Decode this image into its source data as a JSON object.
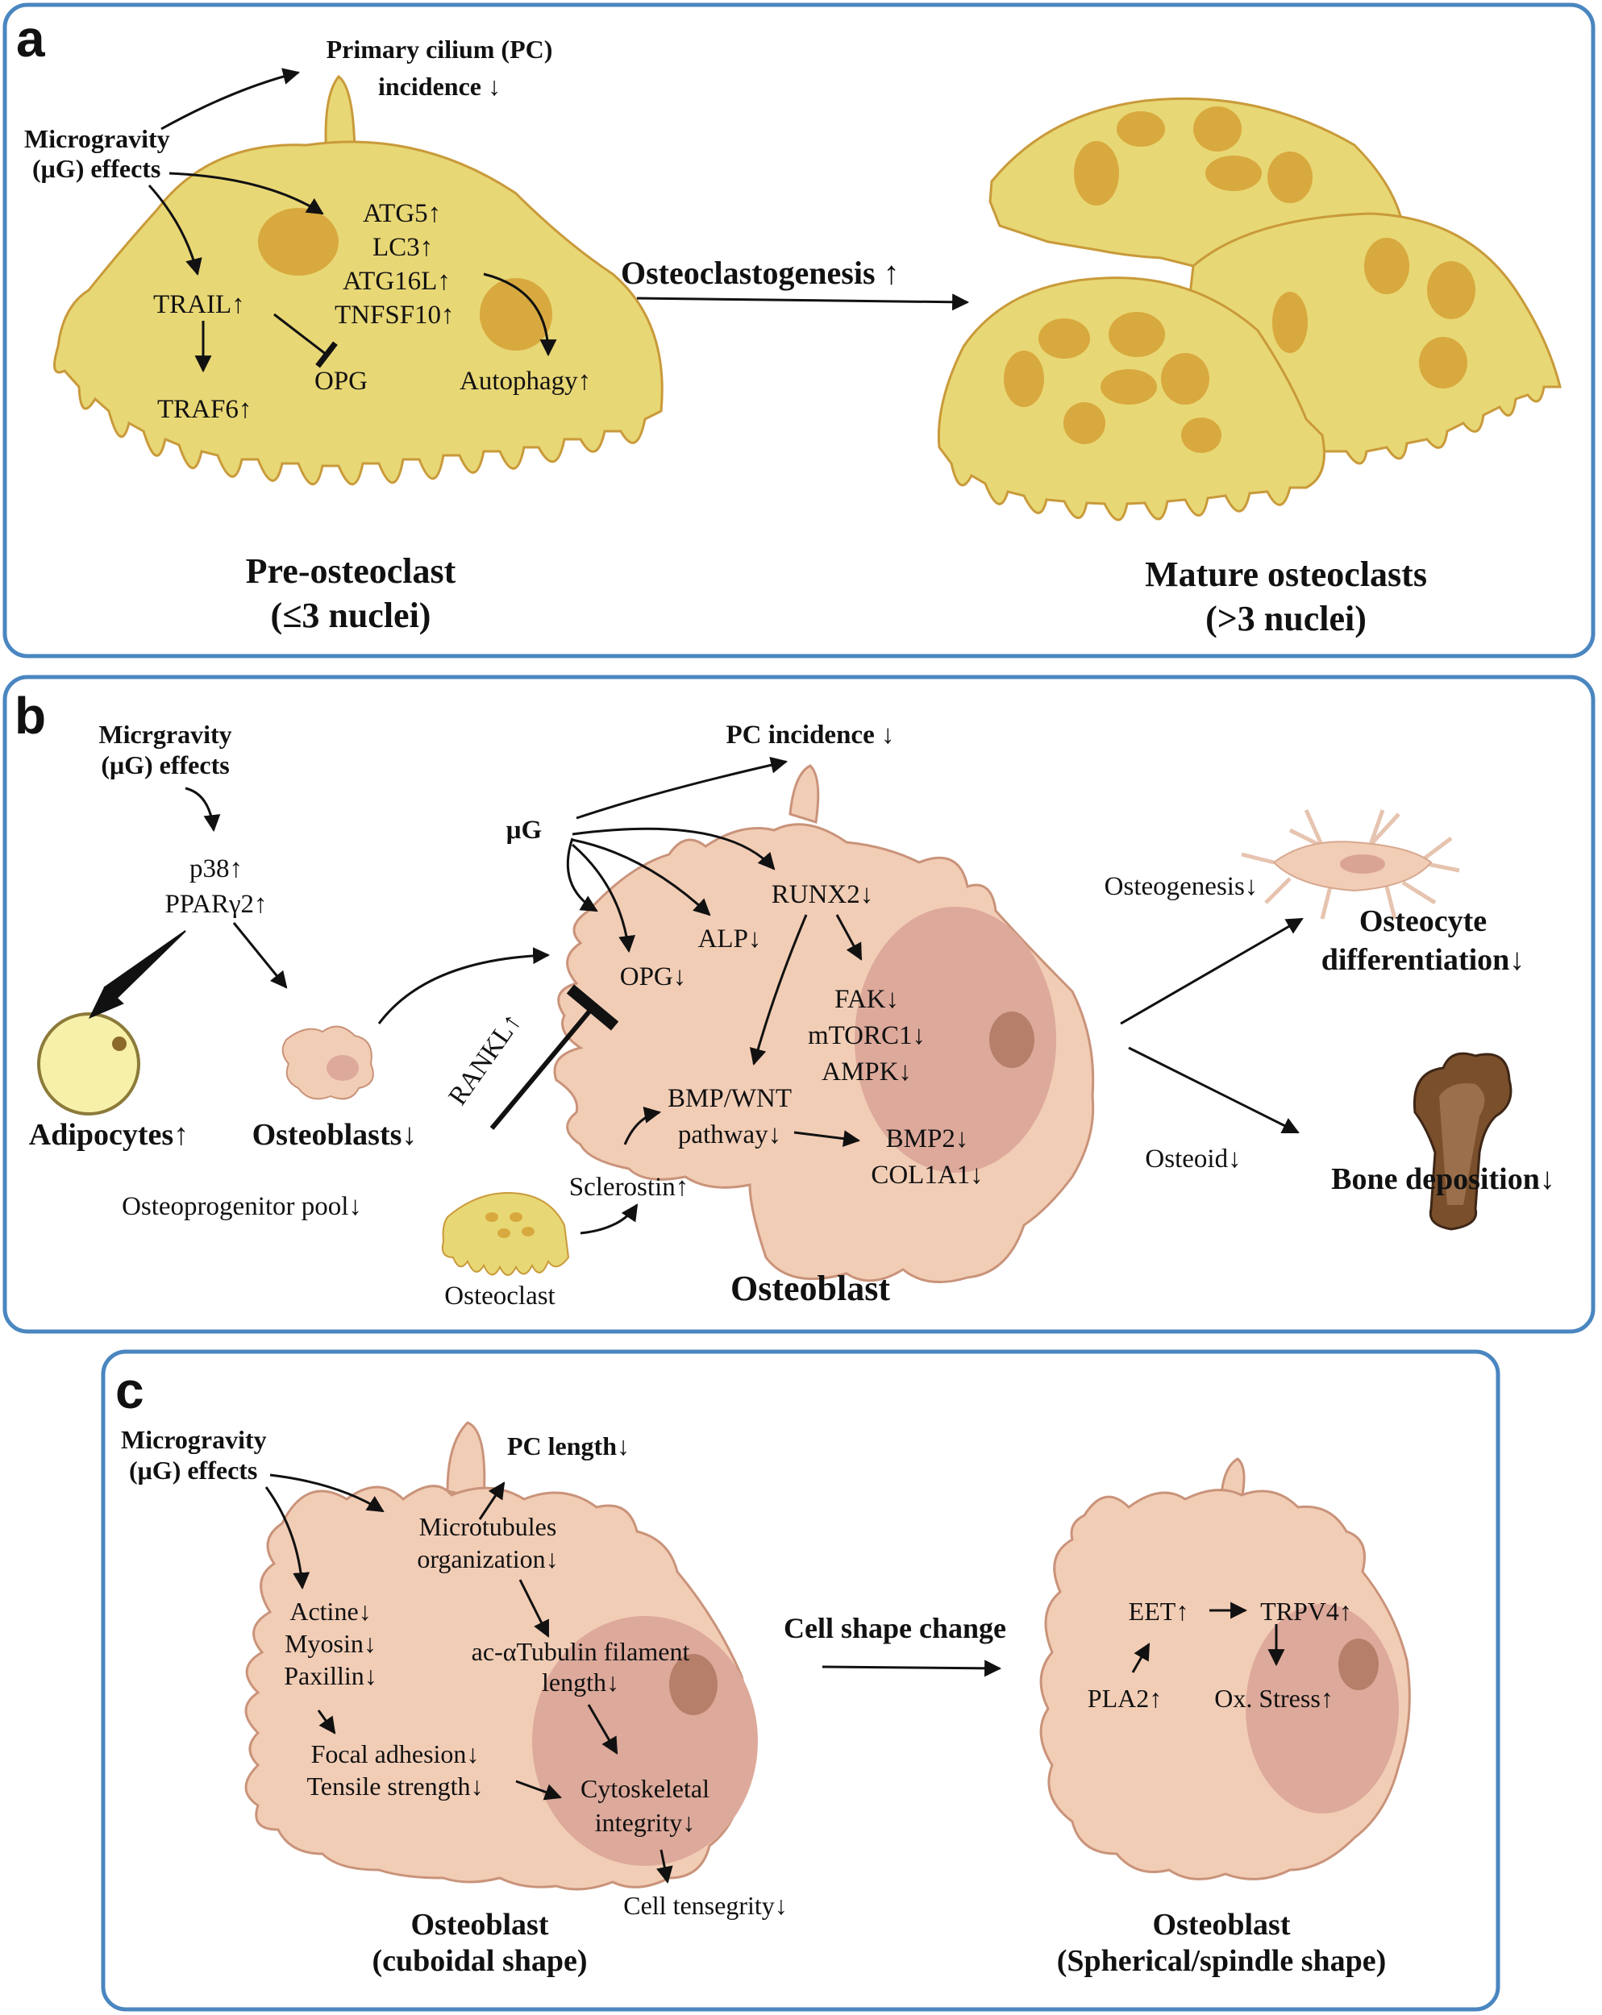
{
  "colors": {
    "panel_border": "#4A86C0",
    "osteoclast_fill": "#E8D775",
    "osteoclast_stroke": "#C99A3A",
    "osteoclast_nucleus": "#D8A93E",
    "osteoblast_fill": "#F2CDB6",
    "osteoblast_stroke": "#C9937A",
    "osteoblast_nucleus": "#DDA99A",
    "nucleolus": "#B67F6A",
    "adipocyte_fill": "#F6F0A8"
  },
  "panel_a": {
    "letter": "a",
    "primary_cilium_line1": "Primary cilium (PC)",
    "primary_cilium_line2": "incidence ↓",
    "microgravity_line1": "Microgravity",
    "microgravity_line2": "(μG) effects",
    "atg5": "ATG5↑",
    "lc3": "LC3↑",
    "atg16l": "ATG16L↑",
    "tnfsf10": "TNFSF10↑",
    "trail": "TRAIL↑",
    "opg": "OPG",
    "traf6": "TRAF6↑",
    "autophagy": "Autophagy↑",
    "osteoclastogenesis": "Osteoclastogenesis ↑",
    "pre_osteoclast_line1": "Pre-osteoclast",
    "pre_osteoclast_line2": "(≤3 nuclei)",
    "mature_line1": "Mature osteoclasts",
    "mature_line2": "(>3 nuclei)"
  },
  "panel_b": {
    "letter": "b",
    "microgravity_line1": "Micrgravity",
    "microgravity_line2": "(μG) effects",
    "p38": "p38↑",
    "ppar": "PPARγ2↑",
    "adipocytes": "Adipocytes↑",
    "osteoblasts": "Osteoblasts↓",
    "osteoprogenitor": "Osteoprogenitor pool↓",
    "pc_incidence": "PC incidence ↓",
    "ug": "μG",
    "runx2": "RUNX2↓",
    "alp": "ALP↓",
    "opg": "OPG↓",
    "rankl": "RANKL↑",
    "fak": "FAK↓",
    "mtorc1": "mTORC1↓",
    "ampk": "AMPK↓",
    "bmp_wnt_line1": "BMP/WNT",
    "bmp_wnt_line2": "pathway↓",
    "bmp2": "BMP2↓",
    "col1a1": "COL1A1↓",
    "sclerostin": "Sclerostin↑",
    "osteoclast": "Osteoclast",
    "osteoblast": "Osteoblast",
    "osteogenesis": "Osteogenesis↓",
    "osteocyte_line1": "Osteocyte",
    "osteocyte_line2": "differentiation↓",
    "osteoid": "Osteoid↓",
    "bone_deposition": "Bone deposition↓"
  },
  "panel_c": {
    "letter": "c",
    "microgravity_line1": "Microgravity",
    "microgravity_line2": "(μG) effects",
    "pc_length": "PC length↓",
    "microtubules_line1": "Microtubules",
    "microtubules_line2": "organization↓",
    "actine": "Actine↓",
    "myosin": "Myosin↓",
    "paxillin": "Paxillin↓",
    "tubulin_line1": "ac-αTubulin filament",
    "tubulin_line2": "length↓",
    "focal_adhesion": "Focal adhesion↓",
    "tensile_strength": "Tensile strength↓",
    "cytoskeletal_line1": "Cytoskeletal",
    "cytoskeletal_line2": "integrity↓",
    "cell_tensegrity": "Cell tensegrity↓",
    "cell_shape_change": "Cell shape change",
    "eet": "EET↑",
    "trpv4": "TRPV4↑",
    "pla2": "PLA2↑",
    "ox_stress": "Ox. Stress↑",
    "left_caption_line1": "Osteoblast",
    "left_caption_line2": "(cuboidal shape)",
    "right_caption_line1": "Osteoblast",
    "right_caption_line2": "(Spherical/spindle shape)"
  }
}
